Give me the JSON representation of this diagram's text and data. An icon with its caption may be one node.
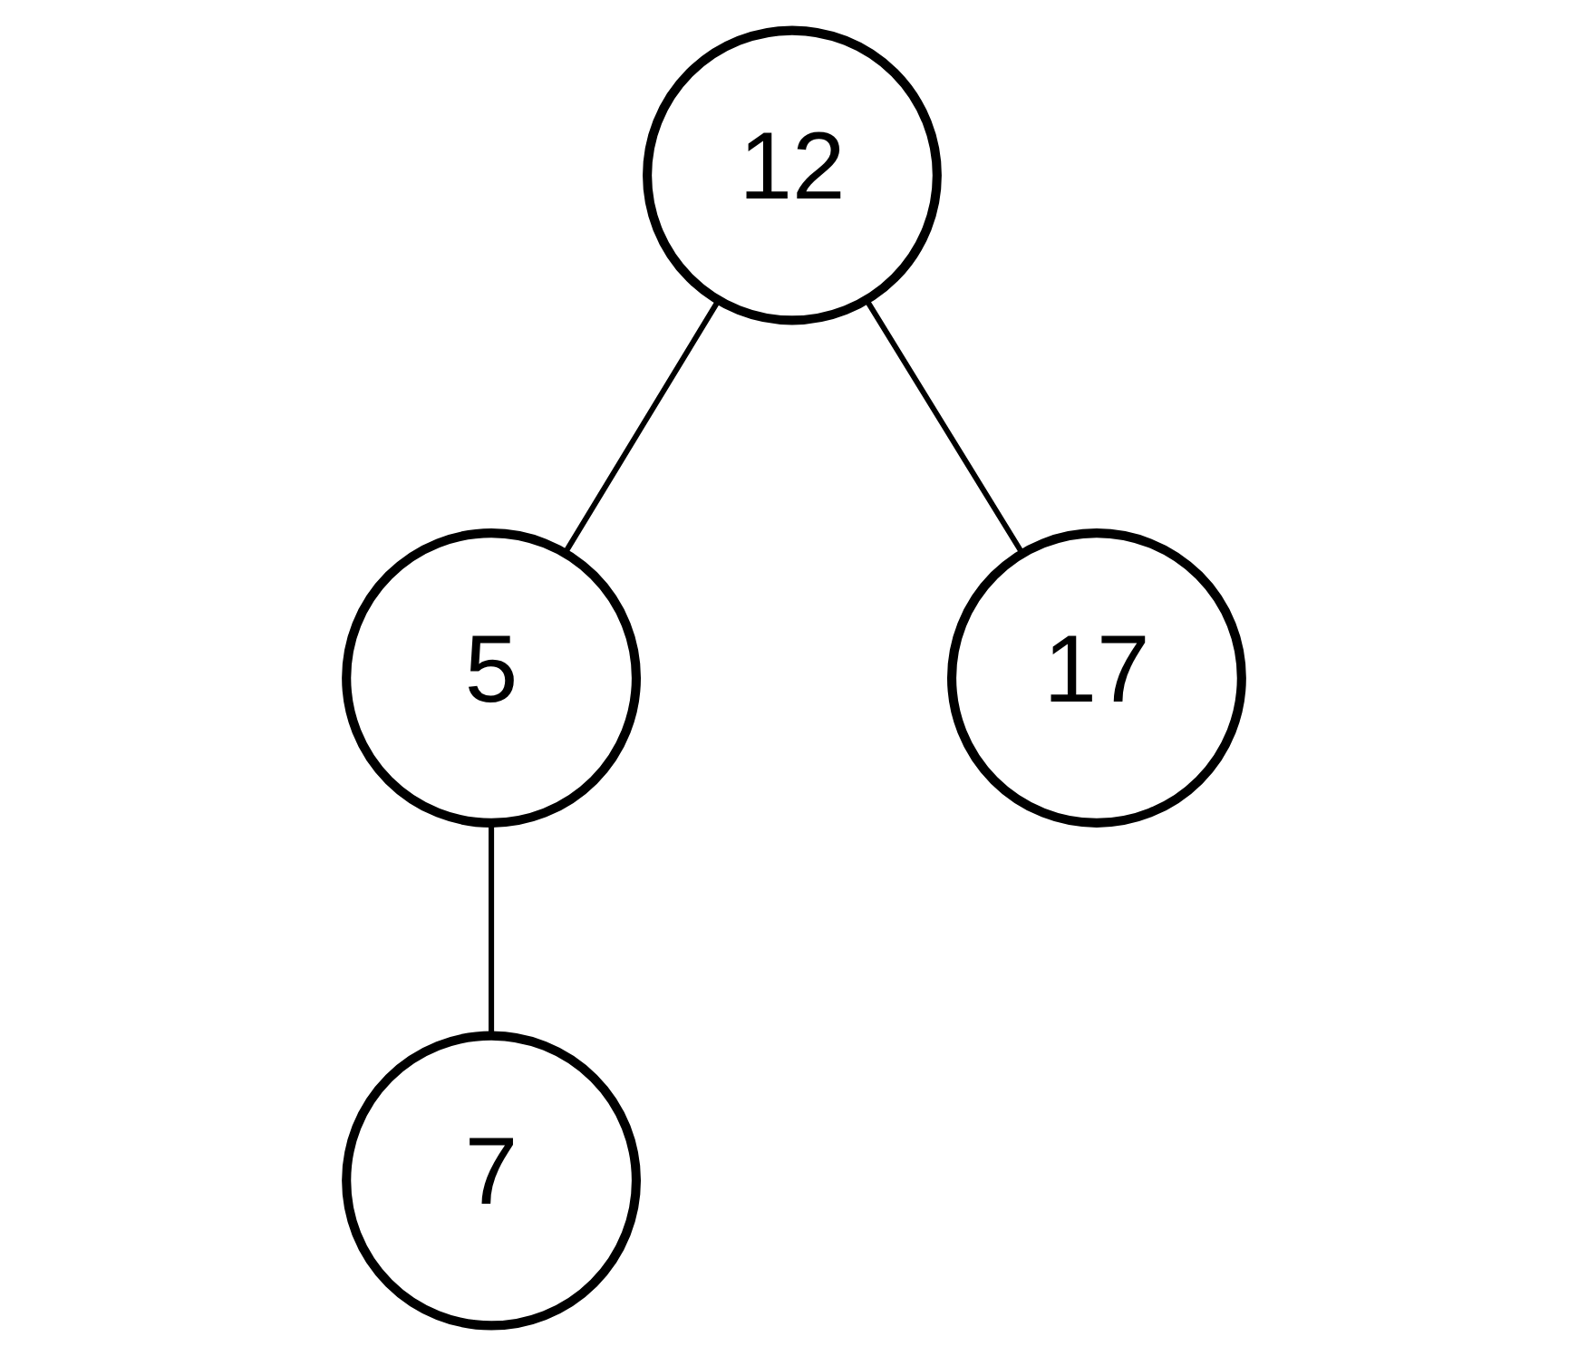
{
  "diagram": {
    "nodes": [
      {
        "text": [
          "12"
        ]
      },
      {
        "text": [
          "5"
        ]
      },
      {
        "text": [
          "17"
        ]
      },
      {
        "text": [
          "7"
        ]
      }
    ],
    "edges": [
      {
        "from": 0,
        "to": 1,
        "arrow": "none"
      },
      {
        "from": 0,
        "to": 2,
        "arrow": "none"
      },
      {
        "from": 1,
        "to": 3,
        "arrow": "none"
      }
    ]
  }
}
